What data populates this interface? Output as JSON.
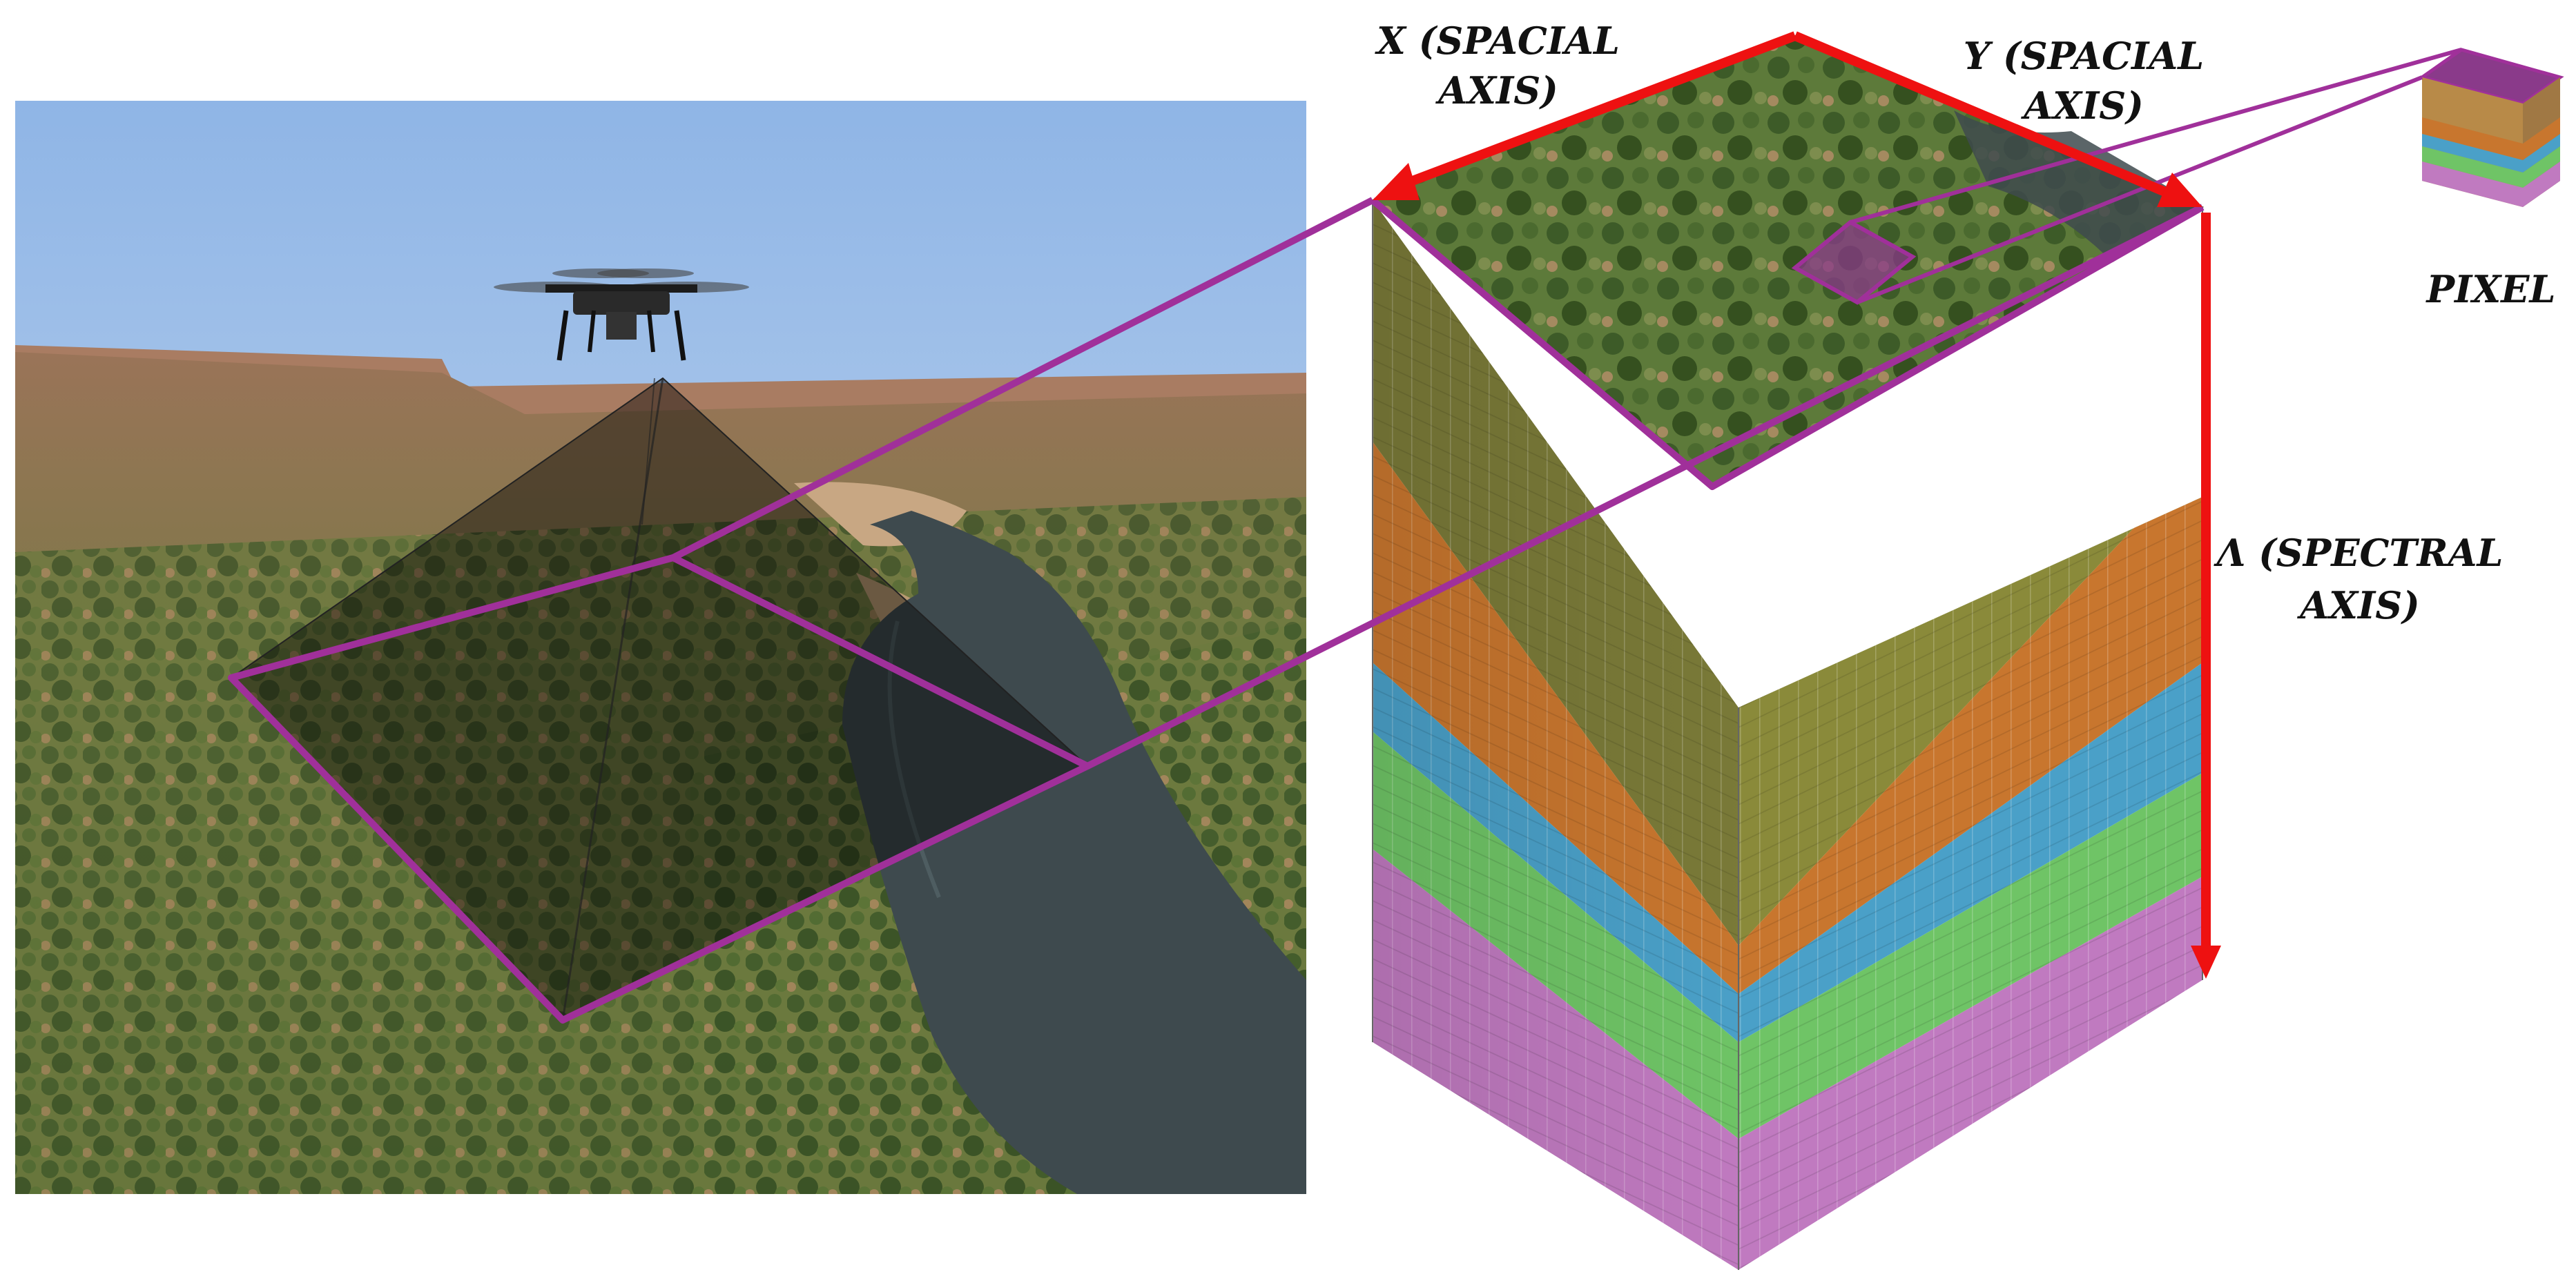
{
  "labels": {
    "x_axis_line1": "X (SPACIAL",
    "x_axis_line2": "AXIS)",
    "y_axis_line1": "Y (SPACIAL",
    "y_axis_line2": "AXIS)",
    "lambda_axis_line1": "Λ (SPECTRAL",
    "lambda_axis_line2": "AXIS)",
    "pixel": "PIXEL"
  },
  "colors": {
    "axis_arrow": "#ee1111",
    "projection_lines": "#a0309a",
    "band_olive": "#8a8a3a",
    "band_orange": "#c8762e",
    "band_blue": "#4aa0c8",
    "band_green": "#6fc466",
    "band_magenta": "#c07ac0",
    "sky": "#9cc0ea",
    "river": "#3e4a4e"
  },
  "icons": {
    "drone": "drone-icon"
  }
}
